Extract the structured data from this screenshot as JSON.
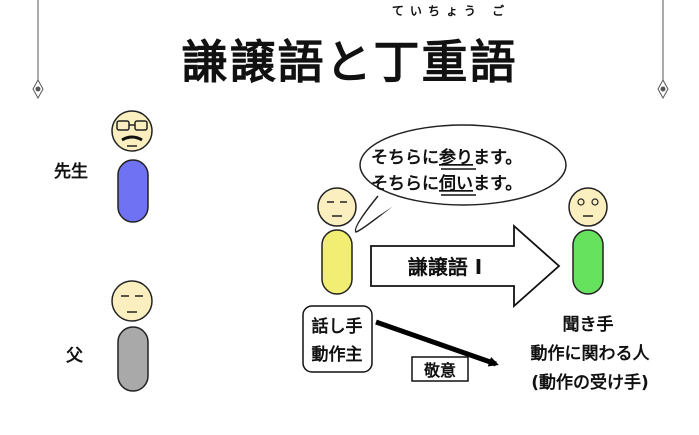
{
  "title": {
    "text": "謙譲語と丁重語",
    "ruby": "ていちょう ご"
  },
  "people": {
    "teacher": "先生",
    "father": "父"
  },
  "speech_bubble": {
    "line1_before": "そちらに",
    "line1_under": "参り",
    "line1_after": "ます。",
    "line2_before": "そちらに",
    "line2_under": "伺い",
    "line2_after": "ます。"
  },
  "arrow_label": "謙譲語 I",
  "speaker_box": {
    "line1": "話し手",
    "line2": "動作主"
  },
  "respect_label": "敬意",
  "listener": {
    "line1": "聞き手",
    "line2": "動作に関わる人",
    "line3": "(動作の受け手)"
  },
  "colors": {
    "teacher_body": "#6f72f2",
    "father_body": "#a9a9a9",
    "speaker_body": "#f2ee74",
    "listener_body": "#66e25f",
    "face": "#fbefbf"
  }
}
